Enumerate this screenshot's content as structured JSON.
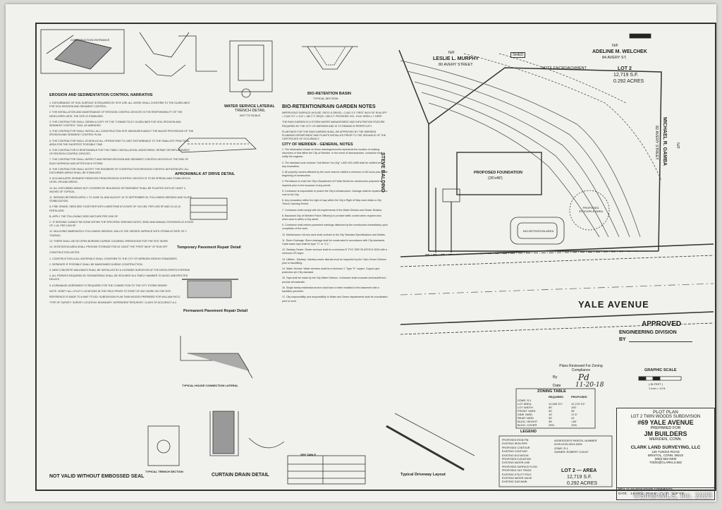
{
  "plan": {
    "title": "PLOT PLAN",
    "subdivision": "LOT 2 TWIN WOODS SUBDIVISION",
    "address": "#69 YALE AVENUE",
    "prepared_for_label": "PREPARED FOR",
    "client": "JM BUILDERS",
    "city": "MERIDEN, CONN.",
    "surveyor": "CLARK LAND SURVEYING, LLC",
    "surveyor_addr1": "126 TUNXIS ROAD",
    "surveyor_addr2": "BRISTOL, CONN. 06010",
    "surveyor_phone": "(860) 582-8300",
    "surveyor_email": "TODD@CLARKLS.BIZ",
    "revision": "REV. 11-16-2018 STAFF COMMENTS",
    "date_label": "DATE:",
    "date": "1-8-2018",
    "scale_label": "SCALE:",
    "scale": "1\"=10'",
    "map_no_label": "MAP NO."
  },
  "lot": {
    "name": "LOT 2",
    "area_sf": "12,719 S.F.",
    "area_acres": "0.292 ACRES",
    "area_box_title": "LOT 2 — AREA",
    "area_box_sf": "12,719 S.F.",
    "area_box_acres": "0.292 ACRES"
  },
  "labels": {
    "street": "YALE AVENUE",
    "owner1_nf": "N/F",
    "owner1": "LESLIE L. MURPHY",
    "owner1_addr": "80 AVERY STREET",
    "owner2_nf": "N/F",
    "owner2": "ADELINE M. WELCHEK",
    "owner2_addr": "84 AVERY ST.",
    "owner3_nf": "N/F",
    "owner3": "MICHAEL R. GAMBA",
    "owner3_addr": "82 AVERY STREET",
    "owner4": "STEVE BALDINO",
    "shed": "SHED",
    "encroachment": "NOTE ENCROACHMENT",
    "proposed_foundation": "PROPOSED FOUNDATION",
    "foundation_size": "(26'x48')",
    "stockpile": "PROPOSED STOCKPILE AREA",
    "retention": "BIO-RETENTION AREA",
    "approved": "APPROVED",
    "engineering": "ENGINEERING DIVISION",
    "by": "BY",
    "graphic_scale": "GRAPHIC SCALE",
    "graphic_scale_unit": "( IN FEET )",
    "graphic_scale_ratio": "1 inch = 10 ft.",
    "zoning_table": "ZONING TABLE",
    "legend": "LEGEND",
    "typical_driveway": "Typical Driveway Layout",
    "plans_reviewed": "Plans Reviewed For Zoning Compliance",
    "reviewed_by_label": "By",
    "reviewed_by": "Pd",
    "reviewed_date_label": "Date",
    "reviewed_date": "11-20-18",
    "not_valid": "NOT VALID WITHOUT EMBOSSED SEAL",
    "bio_retention_notes": "BIO-RETENTION/RAIN GARDEN NOTES",
    "city_notes": "CITY OF MERIDEN - GENERAL NOTES",
    "bio_basin": "BIO-RETENTION BASIN",
    "bio_basin_sub": "TYPICAL SECTION",
    "erosion_title": "EROSION AND SEDIMENTATION CONTROL NARRATIVE",
    "construction_entrance": "CONSTRUCTION ENTRANCE",
    "apron_detail": "APRON/WALK AT DRIVE DETAIL",
    "temp_pavement": "Temporary Pavement Repair Detail",
    "perm_pavement": "Permanent Pavement Repair Detail",
    "house_connection": "TYPICAL HOUSE CONNECTION LATERAL",
    "trench_section": "TYPICAL TRENCH SECTION",
    "curtain_drain": "CURTAIN DRAIN DETAIL",
    "water_service": "WATER SERVICE LATERAL",
    "water_service_sub": "TRENCH DETAIL",
    "not_to_scale": "NOT TO SCALE",
    "watermark": "©SmartMLS, Inc. 2025"
  },
  "zoning": {
    "headers": [
      "",
      "REQUIRED",
      "PROPOSED"
    ],
    "rows": [
      [
        "ZONE: R-1",
        "",
        ""
      ],
      [
        "LOT AREA",
        "12,000 S.F.",
        "12,719 S.F."
      ],
      [
        "LOT WIDTH",
        "80'",
        "100'"
      ],
      [
        "FRONT YARD",
        "30'",
        "39'"
      ],
      [
        "SIDE YARD",
        "10'",
        "17.5'"
      ],
      [
        "REAR YARD",
        "30'",
        "41'"
      ],
      [
        "BLDG. HEIGHT",
        "35'",
        "<35'"
      ],
      [
        "BLDG. COVER",
        "25%",
        "10%"
      ]
    ]
  },
  "parcel": {
    "assessor": "ASSESSOR'S PARCEL NUMBER",
    "number": "0225-0133-0013-0009",
    "zone": "ZONE: R-1",
    "owner": "OWNER: ROBERT COLBY"
  },
  "legend_items": [
    "PROPOSED IRON PIN",
    "EXISTING IRON PIPE",
    "PROPOSED CONTOUR",
    "EXISTING CONTOUR",
    "EXISTING ELEVATION",
    "PROPOSED ELEVATION",
    "EXISTING WATER LINE",
    "PROPOSED SURFACE FLOW",
    "PROPOSED SILT FENCE",
    "EXISTING UTILITY POLE",
    "EXISTING WATER VALVE",
    "EXISTING GAS MAIN"
  ],
  "colors": {
    "paper": "#f1f1ee",
    "ink": "#222222",
    "background": "#d9d9d6"
  }
}
